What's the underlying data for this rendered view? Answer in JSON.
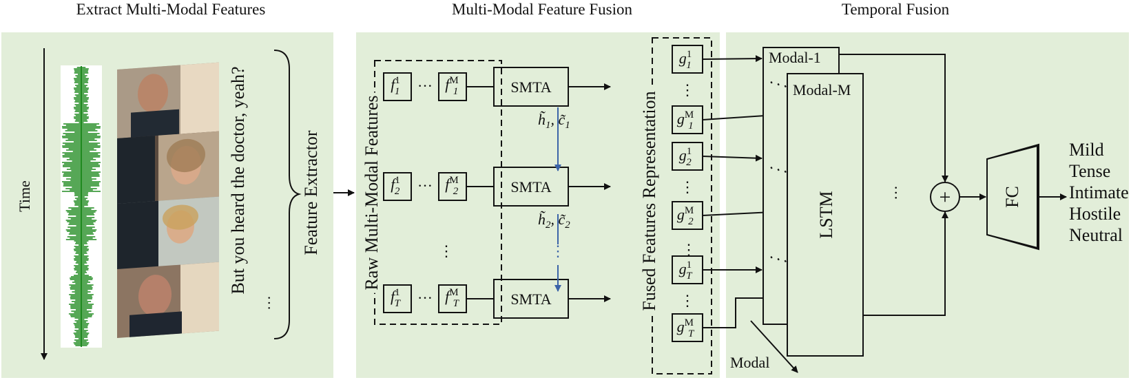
{
  "headers": {
    "extract": "Extract Multi-Modal Features",
    "fusion": "Multi-Modal Feature Fusion",
    "temporal": "Temporal Fusion"
  },
  "extract_panel": {
    "time_label": "Time",
    "transcript": "But you heard the doctor, yeah?",
    "transcript_ellipsis": "…",
    "extractor_label": "Feature Extractor"
  },
  "fusion_panel": {
    "raw_label": "Raw Multi-Modal Features",
    "fused_label": "Fused Features Representation",
    "module_label": "SMTA",
    "vertical_ellipsis": "⋮",
    "row_ellipsis": "···",
    "rows": [
      {
        "sub": "1",
        "state_h": "h̃",
        "state_c": "c̃",
        "state_sub": "1"
      },
      {
        "sub": "2",
        "state_h": "h̃",
        "state_c": "c̃",
        "state_sub": "2"
      },
      {
        "sub": "T"
      }
    ],
    "feature_symbol_raw": "f",
    "feature_symbol_fused": "g",
    "sup_first": "1",
    "sup_last": "M",
    "state_sep": ", "
  },
  "temporal_panel": {
    "modal_1": "Modal-1",
    "modal_m": "Modal-M",
    "lstm": "LSTM",
    "modal_axis": "Modal",
    "fc": "FC",
    "plus": "+",
    "ellipsis": "···",
    "outputs": [
      "Mild",
      "Tense",
      "Intimate",
      "Hostile",
      "Neutral"
    ]
  },
  "colors": {
    "panel_bg": "#e2eed9",
    "waveform": "#1f8a1f",
    "blue_arrow": "#3b63a8",
    "line": "#111111"
  }
}
